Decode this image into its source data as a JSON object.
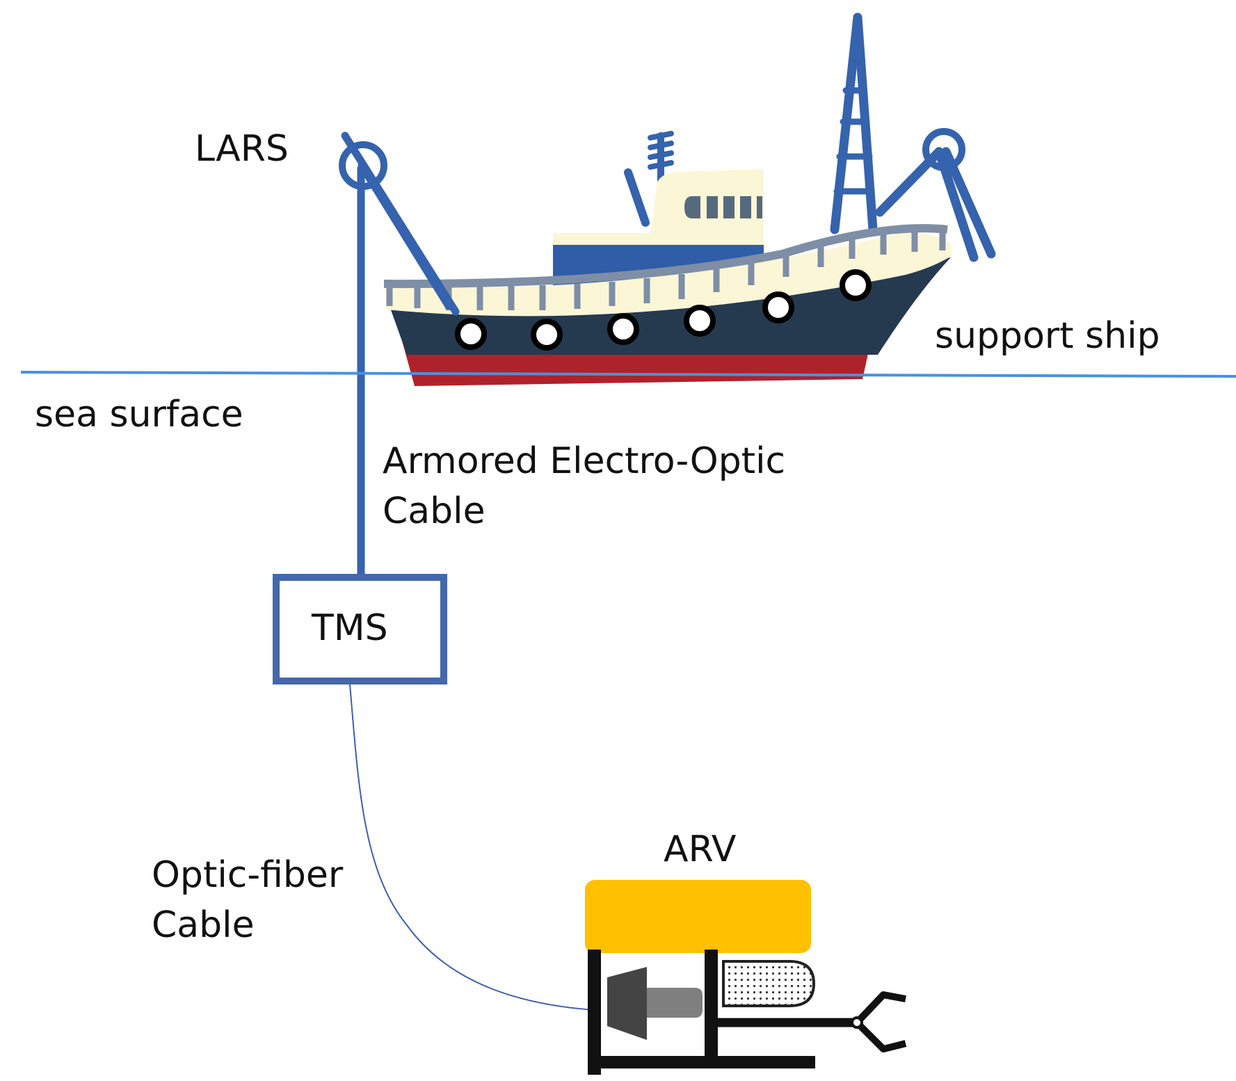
{
  "labels": {
    "lars": "LARS",
    "support_ship": "support ship",
    "sea_surface": "sea surface",
    "armored_cable_line1": "Armored Electro-Optic",
    "armored_cable_line2": "Cable",
    "tms": "TMS",
    "optic_fiber_line1": "Optic-fiber",
    "optic_fiber_line2": "Cable",
    "arv": "ARV"
  },
  "colors": {
    "background": "#ffffff",
    "text": "#111111",
    "sea_surface_line": "#4a90e2",
    "lars_crane": "#3563ad",
    "armored_cable": "#3563ad",
    "tms_box_border": "#4467ad",
    "optic_fiber_cable": "#3d5fb0",
    "ship_superstructure": "#fbf6d6",
    "ship_cabin_blue": "#2f5da8",
    "ship_railing": "#7e8ea6",
    "ship_hull_dark": "#263a4f",
    "ship_hull_cream": "#fbf6d6",
    "ship_hull_red": "#b0222a",
    "ship_mast": "#3563ad",
    "arv_float": "#ffc000",
    "arv_frame": "#111111",
    "arv_thruster": "#444444",
    "arv_camera_body": "#7f7f7f"
  }
}
